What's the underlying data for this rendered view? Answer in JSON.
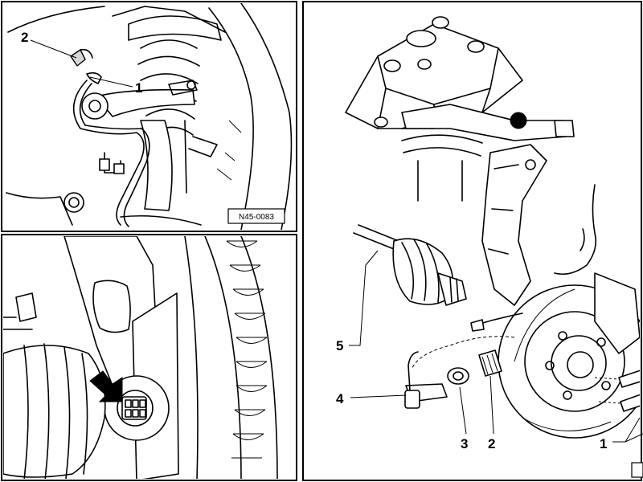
{
  "panels": {
    "top_left": {
      "reference": "N45-0083",
      "callouts": [
        "2",
        "1"
      ]
    },
    "bottom_left": {},
    "right": {
      "callouts": [
        "5",
        "4",
        "3",
        "2",
        "1"
      ]
    }
  }
}
